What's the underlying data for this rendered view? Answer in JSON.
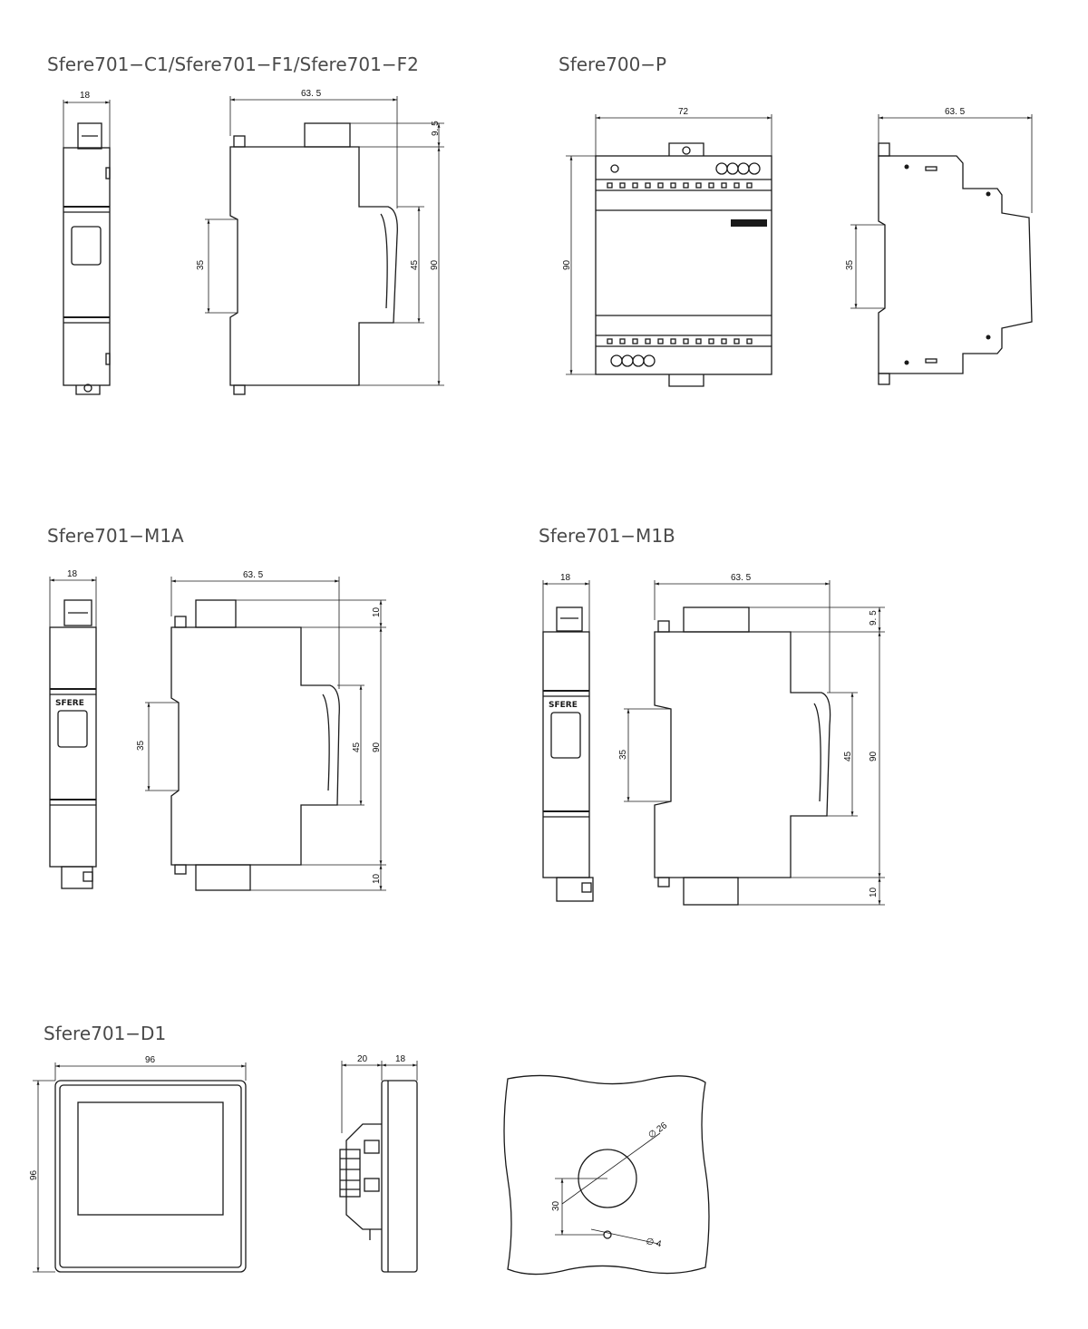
{
  "sections": {
    "c1_title": "Sfere701−C1/Sfere701−F1/Sfere701−F2",
    "p_title": "Sfere700−P",
    "m1a_title": "Sfere701−M1A",
    "m1b_title": "Sfere701−M1B",
    "d1_title": "Sfere701−D1"
  },
  "dimensions": {
    "d18": "18",
    "d63_5": "63. 5",
    "d9_5": "9. 5",
    "d35": "35",
    "d45": "45",
    "d90": "90",
    "d72": "72",
    "d10": "10",
    "d96": "96",
    "d20": "20",
    "d30": "30",
    "dia26": "∅ 26",
    "dia4": "∅ 4"
  },
  "labels": {
    "brand": "SFERE"
  }
}
